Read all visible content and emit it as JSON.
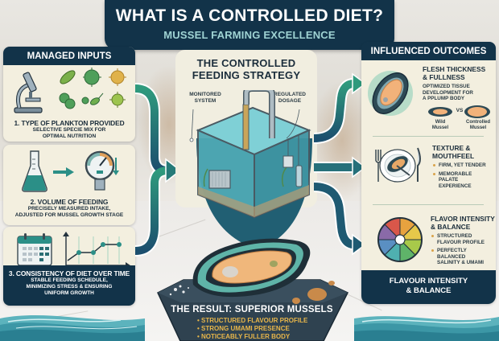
{
  "header": {
    "title": "WHAT IS A CONTROLLED DIET?",
    "subtitle": "MUSSEL FARMING EXCELLENCE"
  },
  "managed_inputs": {
    "heading": "MANAGED INPUTS",
    "items": [
      {
        "title": "1. TYPE OF PLANKTON PROVIDED",
        "description_line1": "SELECTIVE SPECIE MIX FOR",
        "description_line2": "OPTIMAL NUTRITION",
        "icons": [
          "microscope-icon",
          "plankton-icon"
        ]
      },
      {
        "title": "2. VOLUME OF FEEDING",
        "description_line1": "PRECISELY MEASURED INTAKE,",
        "description_line2": "ADJUSTED FOR MUSSEL GROWTH STAGE",
        "icons": [
          "flask-icon",
          "arrow-right-icon",
          "gauge-icon",
          "arrow-down-icon"
        ]
      },
      {
        "title": "3. CONSISTENCY OF DIET OVER TIME",
        "description_line1": "STABLE FEEDING SCHEDULE,",
        "description_line2": "MINIMIZING STRESS & ENSURING",
        "description_line3": "UNIFORM GROWTH",
        "icons": [
          "calendar-icon",
          "line-graph-icon"
        ]
      }
    ]
  },
  "strategy": {
    "title_line1": "THE CONTROLLED",
    "title_line2": "FEEDING STRATEGY",
    "callout_left_line1": "MONITORED",
    "callout_left_line2": "SYSTEM",
    "callout_right_line1": "REGULATED",
    "callout_right_line2": "DOSAGE"
  },
  "influenced_outcomes": {
    "heading": "INFLUENCED OUTCOMES",
    "items": [
      {
        "title_line1": "FLESH THICKNESS",
        "title_line2": "& FULLNESS",
        "description_line1": "OPTIMIZED TISSUE",
        "description_line2": "DEVELOPMENT FOR",
        "description_line3": "A PPLUMP BODY",
        "compare_vs": "VS",
        "compare_left_line1": "Wild",
        "compare_left_line2": "Mussel",
        "compare_right_line1": "Controlled",
        "compare_right_line2": "Mussel"
      },
      {
        "title_line1": "TEXTURE &",
        "title_line2": "MOUTHFEEL",
        "bullets": [
          "FIRM, YET TENDER",
          "MEMORABLE PALATE EXPERIENCE"
        ]
      },
      {
        "title_line1": "FLAVOR INTENSITY",
        "title_line2": "& BALANCE",
        "bullets": [
          "STRUCTURED FLAVOUR PROFILE",
          "PERFECTLY BALANCED SALINITY & UMAMI"
        ]
      }
    ],
    "footer_line1": "FLAVOUR INTENSITY",
    "footer_line2": "& BALANCE"
  },
  "result": {
    "title": "THE RESULT: SUPERIOR MUSSELS",
    "bullets": [
      "STRUCTURED FLAVOUR PROFILE",
      "STRONG UMAMI PRESENCE",
      "NOTICEABLY FULLER BODY"
    ]
  },
  "colors": {
    "navy": "#123349",
    "cream": "#f3efdf",
    "teal": "#2f8a7c",
    "accent_gold": "#e8b64a",
    "subtitle_teal": "#9fd3d3"
  }
}
